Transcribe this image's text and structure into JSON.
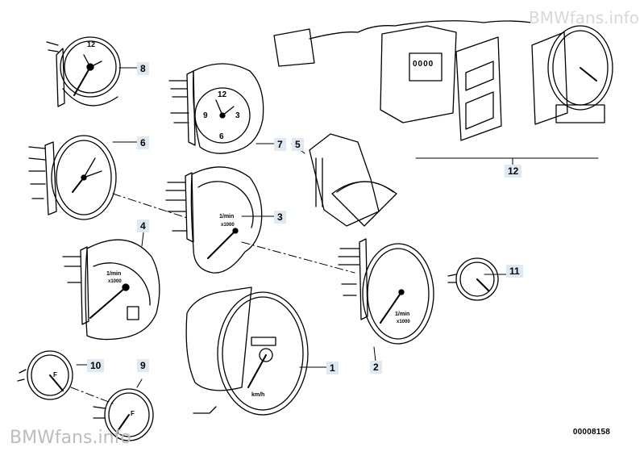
{
  "watermark": {
    "top": "BMWfans.info",
    "bottom": "BMWfans.info"
  },
  "drawing_code": "00008158",
  "callouts": {
    "c1": "1",
    "c2": "2",
    "c3": "3",
    "c4": "4",
    "c5": "5",
    "c6": "6",
    "c7": "7",
    "c8": "8",
    "c9": "9",
    "c10": "10",
    "c11": "11",
    "c12": "12"
  },
  "gauge_text": {
    "rpm_unit": "1/min",
    "rpm_mult": "x1000",
    "speed_unit": "km/h",
    "clock_12": "12",
    "clock_3": "3",
    "clock_6": "6",
    "clock_9": "9",
    "fuel_mark": "F",
    "display": "0000"
  }
}
